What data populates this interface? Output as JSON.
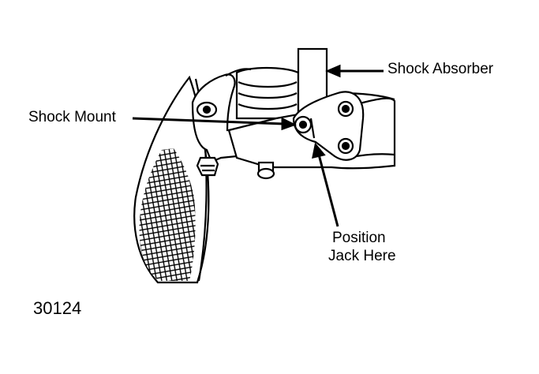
{
  "labels": {
    "shock_absorber": "Shock Absorber",
    "shock_mount": "Shock Mount",
    "position_jack_line1": "Position",
    "position_jack_line2": "Jack Here"
  },
  "figure_number": "30124",
  "colors": {
    "ink": "#000000",
    "paper": "#ffffff"
  }
}
